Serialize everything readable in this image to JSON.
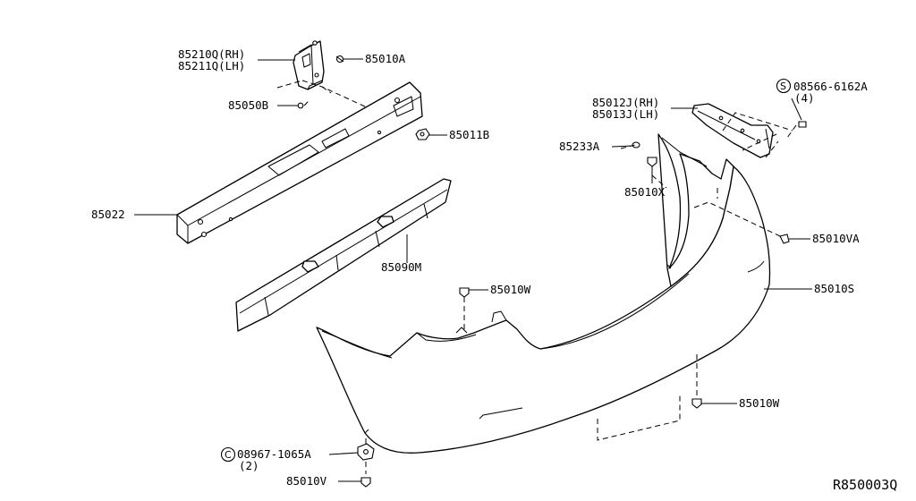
{
  "callouts": {
    "bracket_rh": "85210Q(RH)",
    "bracket_lh": "85211Q(LH)",
    "clip_85010a": "85010A",
    "bolt_85050b": "85050B",
    "nut_85011b": "85011B",
    "reinforcement": "85022",
    "absorber": "85090M",
    "side_bracket_rh": "85012J(RH)",
    "side_bracket_lh": "85013J(LH)",
    "screw_symbol": "S",
    "screw_part": "08566-6162A",
    "screw_qty": "(4)",
    "clip_85233a": "85233A",
    "clip_85010x": "85010X",
    "clip_85010va": "85010VA",
    "clip_85010w_top": "85010W",
    "bumper_fascia": "85010S",
    "clip_85010w_bottom": "85010W",
    "nut_symbol": "C",
    "nut_part": "08967-1065A",
    "nut_qty": "(2)",
    "clip_85010v": "85010V"
  },
  "diagram_ref": "R850003Q"
}
